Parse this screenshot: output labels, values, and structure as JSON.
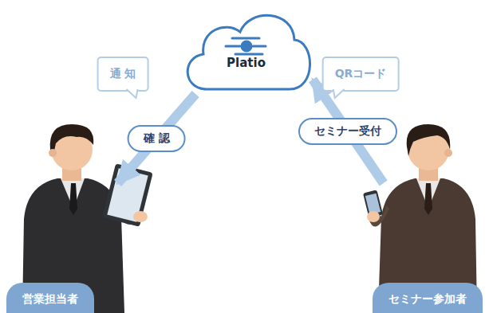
{
  "diagram": {
    "nodes": [
      {
        "text": [
          "Platio"
        ]
      },
      {
        "text": [
          "営業担当者"
        ]
      },
      {
        "text": [
          "セミナー参加者"
        ]
      }
    ],
    "edges": [
      {
        "from": 0,
        "to": 1,
        "arrow": "to",
        "label": "確 認"
      },
      {
        "from": 2,
        "to": 0,
        "arrow": "to",
        "label": "セミナー受付"
      }
    ],
    "labels": [
      "通 知",
      "QRコード"
    ]
  }
}
